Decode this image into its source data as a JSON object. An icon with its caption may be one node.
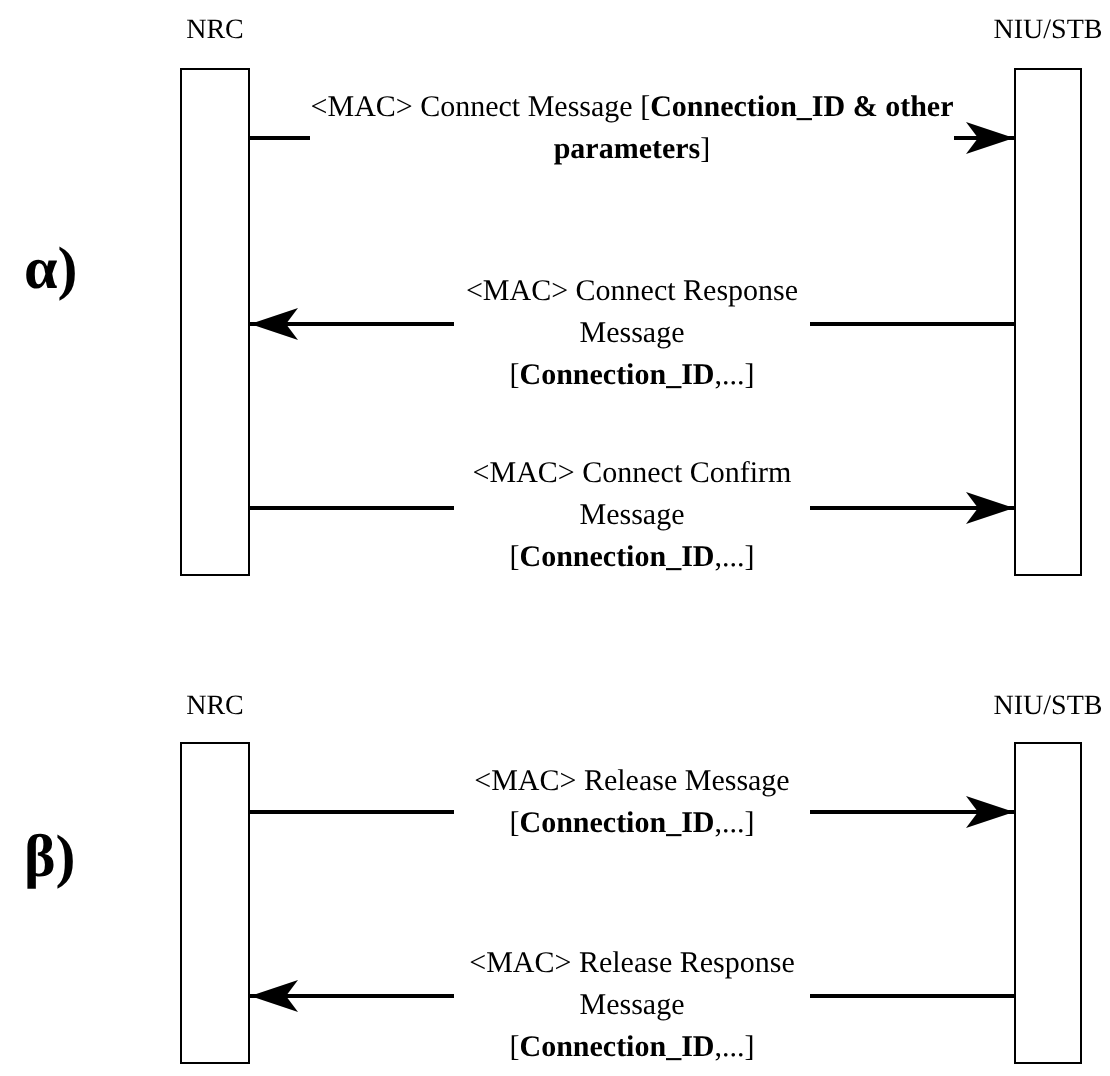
{
  "diagram": {
    "nodes": [
      {
        "text": [
          "NRC"
        ]
      },
      {
        "text": [
          "NIU/STB"
        ]
      },
      {
        "text": [
          "NRC"
        ]
      },
      {
        "text": [
          "NIU/STB"
        ]
      }
    ],
    "edges": [
      {
        "from": 0,
        "to": 1,
        "arrow": "to",
        "label": "<MAC> Connect Message [**Connection_ID & other parameters**]"
      },
      {
        "from": 1,
        "to": 0,
        "arrow": "to",
        "label": "<MAC> Connect Response Message [**Connection_ID**,...]"
      },
      {
        "from": 0,
        "to": 1,
        "arrow": "to",
        "label": "<MAC> Connect Confirm Message [**Connection_ID**,...]"
      },
      {
        "from": 2,
        "to": 3,
        "arrow": "to",
        "label": "<MAC> Release Message [**Connection_ID**,...]"
      },
      {
        "from": 3,
        "to": 2,
        "arrow": "to",
        "label": "<MAC> Release Response Message [**Connection_ID**,...]"
      }
    ],
    "labels": [
      "α)",
      "β)"
    ]
  }
}
